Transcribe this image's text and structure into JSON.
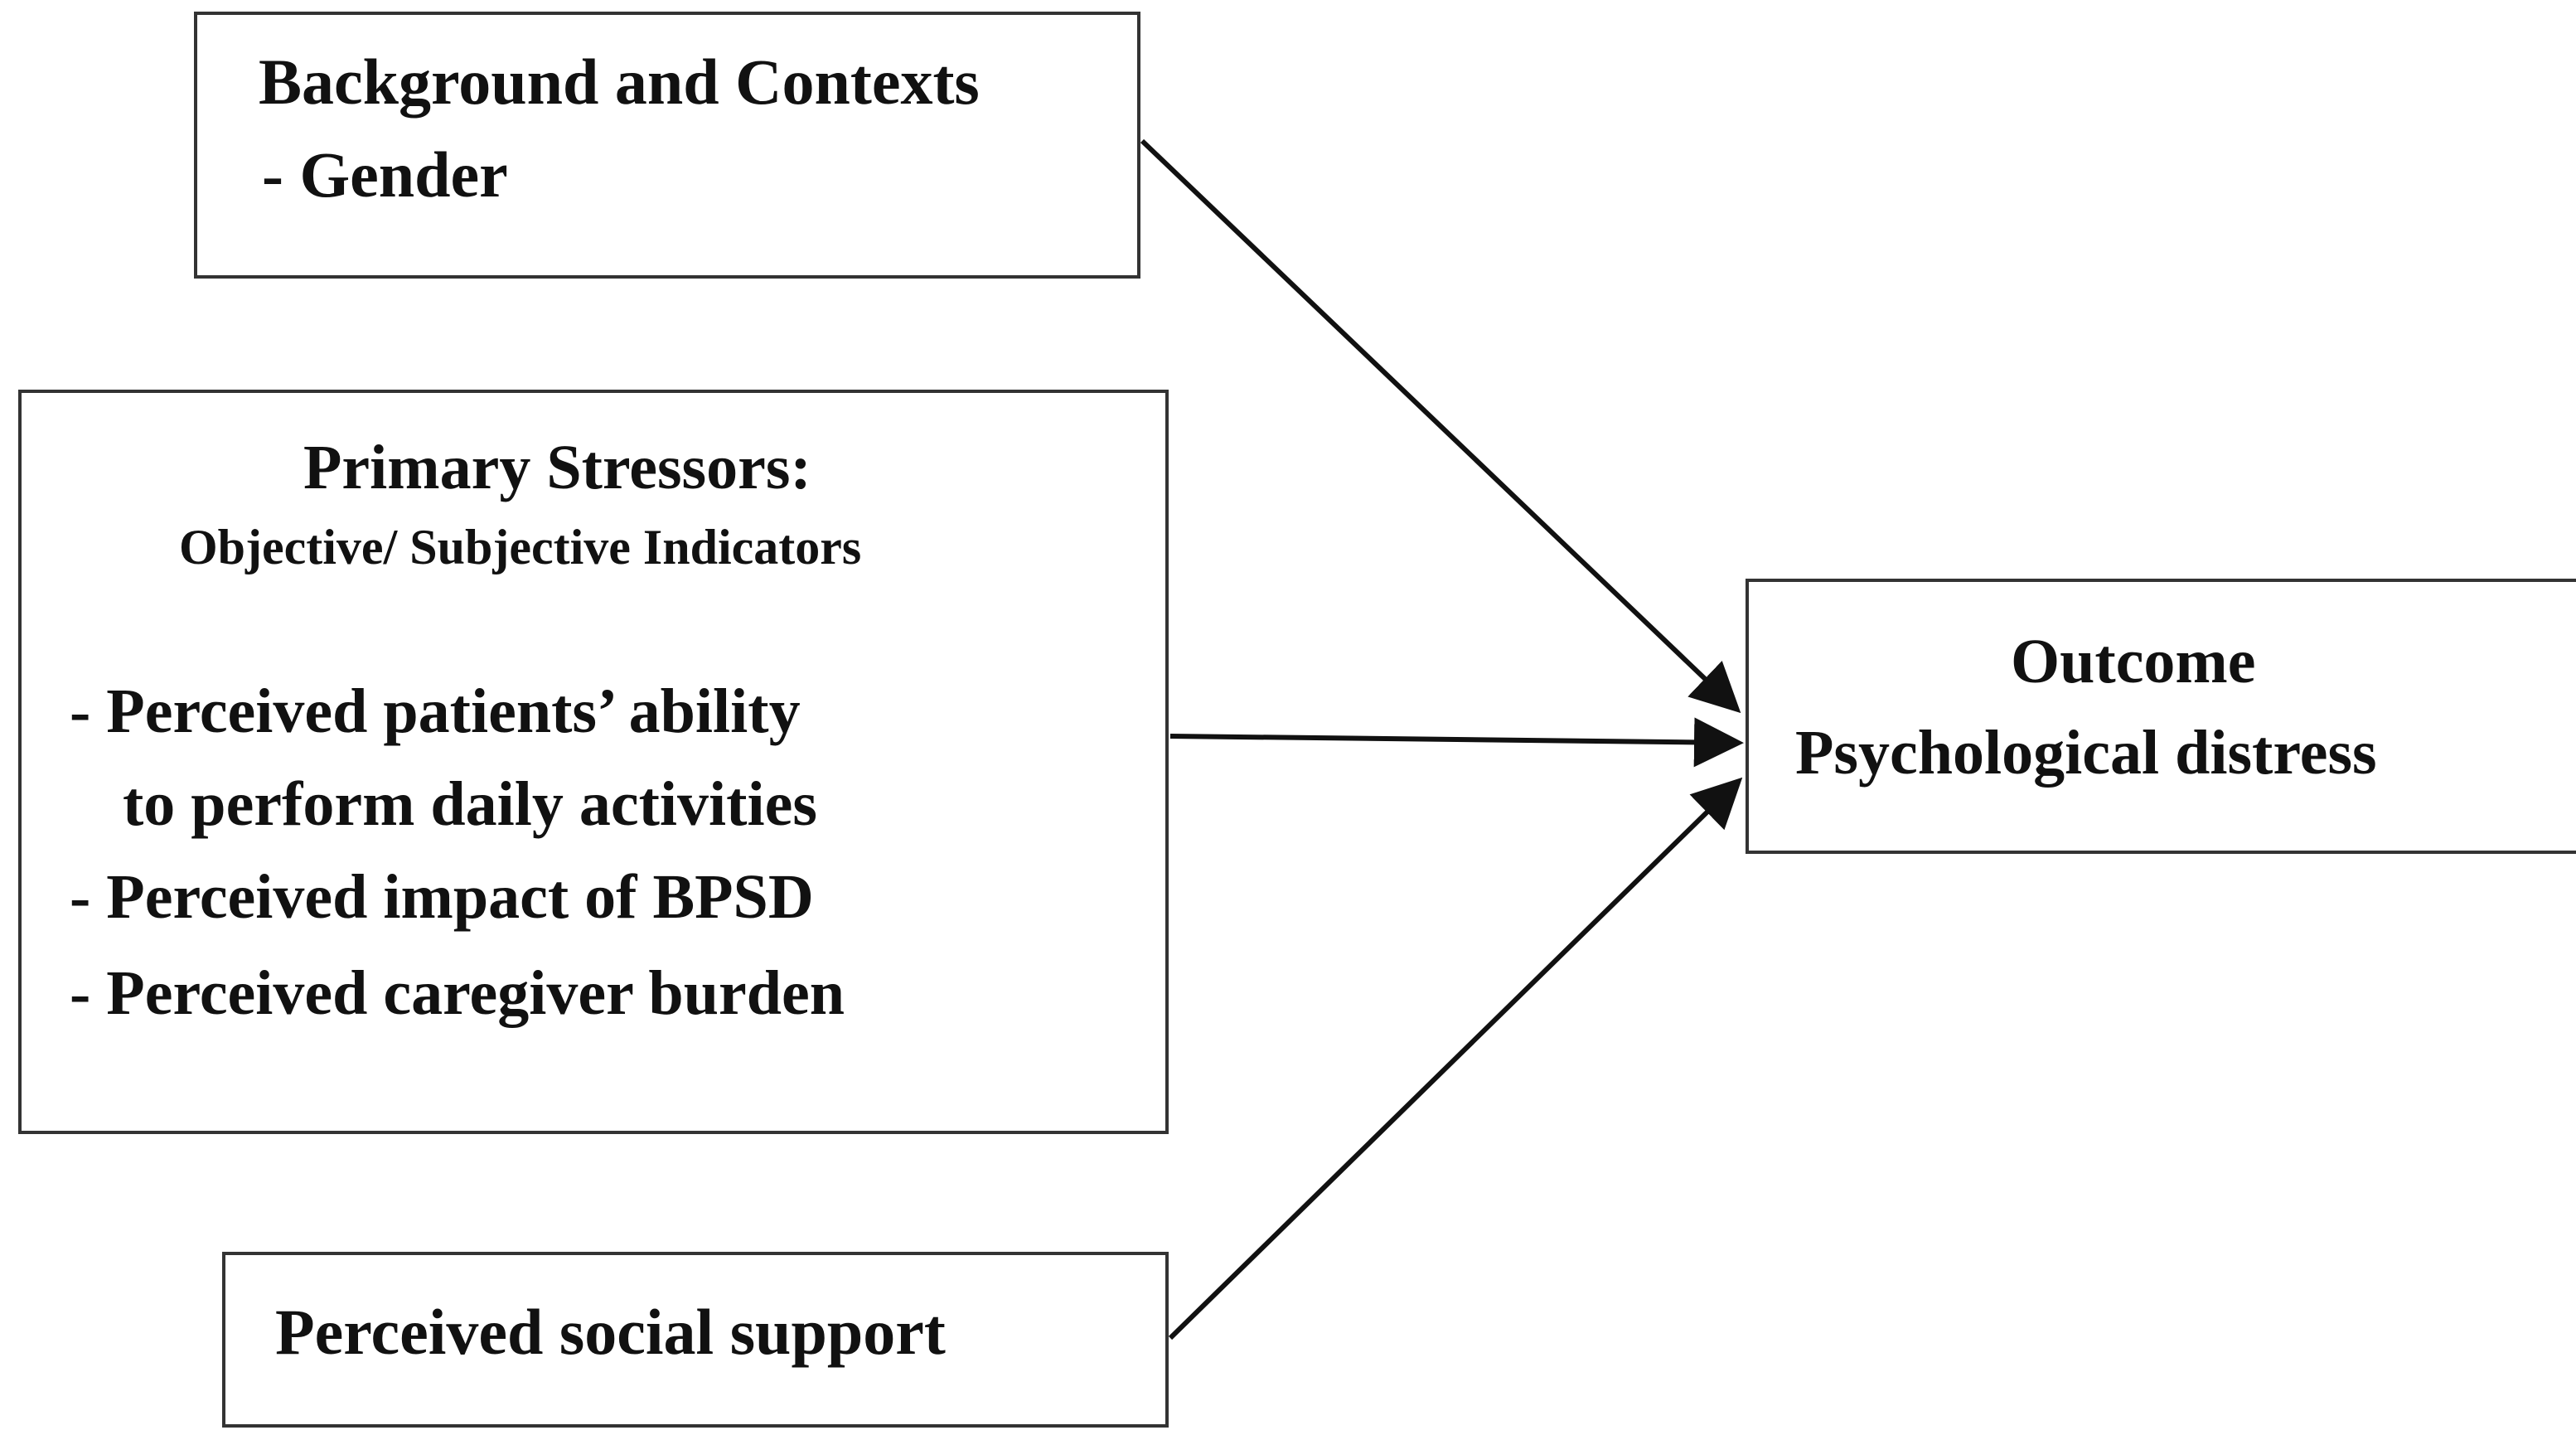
{
  "nodes": {
    "background": {
      "title": "Background and Contexts",
      "items": [
        "- Gender"
      ]
    },
    "primary_stressors": {
      "title": "Primary Stressors:",
      "subtitle": "Objective/ Subjective Indicators",
      "items": [
        "- Perceived patients’ ability",
        "to perform daily activities",
        "- Perceived impact of BPSD",
        "- Perceived caregiver burden"
      ]
    },
    "social_support": {
      "title": "Perceived social support"
    },
    "outcome": {
      "title": "Outcome",
      "subtitle": "Psychological distress"
    }
  },
  "edges": [
    {
      "from": "background",
      "to": "outcome"
    },
    {
      "from": "primary_stressors",
      "to": "outcome"
    },
    {
      "from": "social_support",
      "to": "outcome"
    }
  ],
  "colors": {
    "stroke": "#333333",
    "arrow": "#111111",
    "text": "#111111",
    "background": "#ffffff"
  }
}
